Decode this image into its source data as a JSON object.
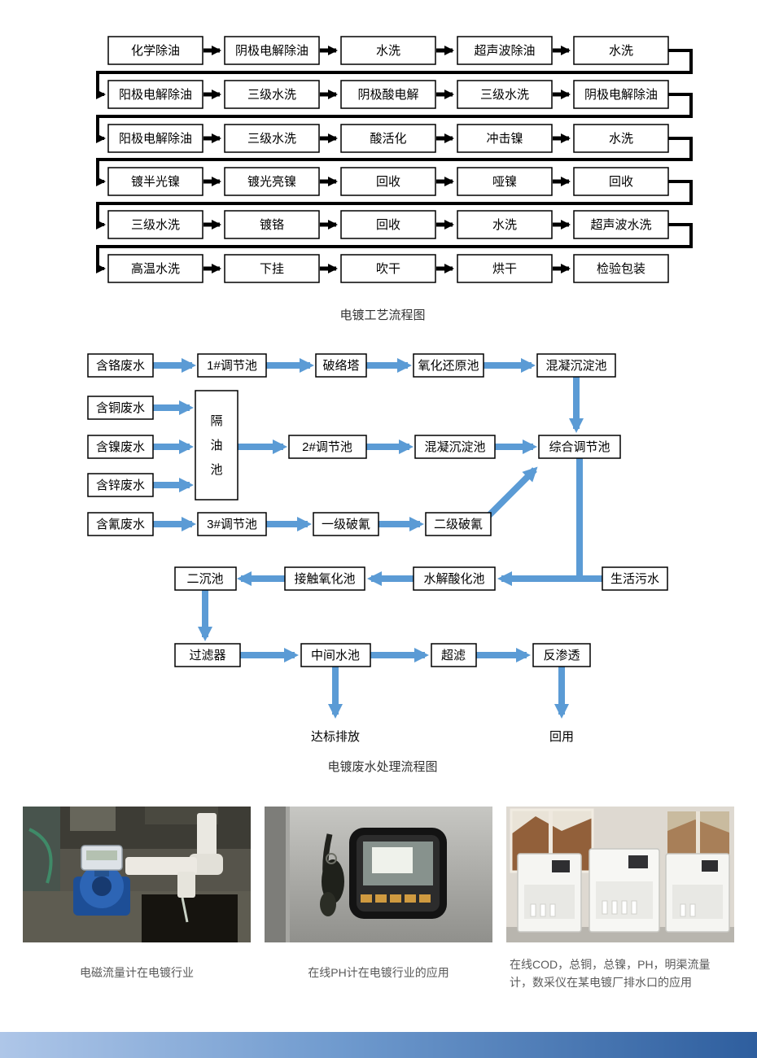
{
  "colors": {
    "flow_box_border": "#000000",
    "flow_arrow_black": "#000000",
    "flow_arrow_blue": "#5b9bd5",
    "caption_text": "#333333",
    "photo_caption_text": "#5a5a5a",
    "footer_gradient_left": "#aec6e8",
    "footer_gradient_right": "#2e5e9e"
  },
  "process_chart": {
    "caption": "电镀工艺流程图",
    "rows": [
      [
        "化学除油",
        "阴极电解除油",
        "水洗",
        "超声波除油",
        "水洗"
      ],
      [
        "阳极电解除油",
        "三级水洗",
        "阴极酸电解",
        "三级水洗",
        "阴极电解除油"
      ],
      [
        "阳极电解除油",
        "三级水洗",
        "酸活化",
        "冲击镍",
        "水洗"
      ],
      [
        "镀半光镍",
        "镀光亮镍",
        "回收",
        "哑镍",
        "回收"
      ],
      [
        "三级水洗",
        "镀铬",
        "回收",
        "水洗",
        "超声波水洗"
      ],
      [
        "高温水洗",
        "下挂",
        "吹干",
        "烘干",
        "检验包装"
      ]
    ]
  },
  "wastewater_chart": {
    "caption": "电镀废水处理流程图",
    "nodes": {
      "chrome_wastewater": "含铬废水",
      "regulating_tank_1": "1#调节池",
      "breaking_tower": "破络塔",
      "redox_tank": "氧化还原池",
      "coagulation_tank_1": "混凝沉淀池",
      "copper_wastewater": "含铜废水",
      "nickel_wastewater": "含镍废水",
      "zinc_wastewater": "含锌废水",
      "oil_separation_tank": "隔油池",
      "regulating_tank_2": "2#调节池",
      "coagulation_tank_2": "混凝沉淀池",
      "comprehensive_tank": "综合调节池",
      "cyanide_wastewater": "含氰废水",
      "regulating_tank_3": "3#调节池",
      "cyanide_break_1": "一级破氰",
      "cyanide_break_2": "二级破氰",
      "secondary_sedimentation": "二沉池",
      "contact_oxidation": "接触氧化池",
      "hydrolysis_acidification": "水解酸化池",
      "domestic_sewage": "生活污水",
      "filter": "过滤器",
      "intermediate_tank": "中间水池",
      "ultrafiltration": "超滤",
      "reverse_osmosis": "反渗透",
      "discharge": "达标排放",
      "reuse": "回用"
    }
  },
  "photos": [
    {
      "caption": "电磁流量计在电镀行业",
      "image": "flow-meter-photo"
    },
    {
      "caption": "在线PH计在电镀行业的应用",
      "image": "ph-meter-photo"
    },
    {
      "caption": "在线COD，总铜，总镍，PH，明渠流量计，数采仪在某电镀厂排水口的应用",
      "image": "monitoring-station-photo"
    }
  ]
}
